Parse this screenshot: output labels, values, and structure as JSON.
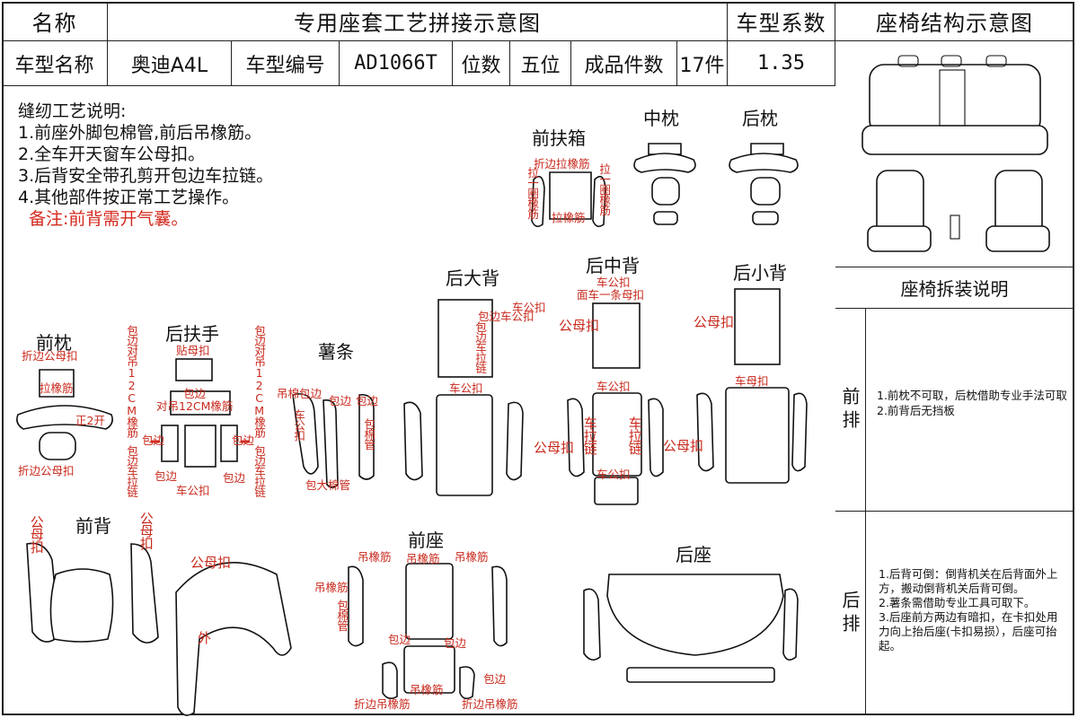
{
  "header": {
    "name_label": "名称",
    "diagram_title": "专用座套工艺拼接示意图",
    "coef_label": "车型系数",
    "structure_title": "座椅结构示意图",
    "model_name_label": "车型名称",
    "model_name": "奥迪A4L",
    "model_code_label": "车型编号",
    "model_code": "AD1066T",
    "seats_label": "位数",
    "seats": "五位",
    "pieces_label": "成品件数",
    "pieces": "17件",
    "coefficient": "1.35"
  },
  "notes": {
    "title": "缝纫工艺说明:",
    "items": [
      "1.前座外脚包棉管,前后吊橡筋。",
      "2.全车开天窗车公母扣。",
      "3.后背安全带孔剪开包边车拉链。",
      "4.其他部件按正常工艺操作。"
    ],
    "remark": "备注:前背需开气囊。"
  },
  "sections": {
    "front_armrest_box": "前扶箱",
    "middle_headrest": "中枕",
    "rear_headrest": "后枕",
    "rear_big_back": "后大背",
    "rear_middle_back": "后中背",
    "rear_small_back": "后小背",
    "front_headrest": "前枕",
    "rear_armrest": "后扶手",
    "bolster": "薯条",
    "front_back": "前背",
    "front_seat": "前座",
    "rear_seat": "后座"
  },
  "annotations": {
    "fold_zip_elastic": "折边拉橡筋",
    "pull_loop_elastic_l": "拉一圈橡筋",
    "pull_loop_elastic_r": "拉一圈橡筋",
    "pull_elastic": "拉橡筋",
    "fold_snap": "折边公母扣",
    "fold_snap_bottom": "折边公母扣",
    "pull_elastic_small": "拉橡筋",
    "open_2": "正2开",
    "stick_snap": "贴母扣",
    "edge_12cm_left": "包边对吊12CM橡筋",
    "edge_12cm_right": "包边对吊12CM橡筋",
    "edge_12cm_mid": "对吊12CM橡筋",
    "edge_mid": "包边",
    "edge_zipper_l": "包边车拉链",
    "edge_zipper_r": "包边车拉链",
    "edge_l": "包边",
    "edge_r": "包边",
    "edge_bl": "包边",
    "edge_br": "包边",
    "car_snap": "车公扣",
    "cotton_edge": "吊棉包边",
    "bolster_car_snap": "车公扣",
    "bolster_edge": "包边",
    "bolster_edge2": "包边",
    "bolster_cotton": "包棉管",
    "bolster_big_cotton": "包大棉管",
    "rb_car_snap": "车公扣",
    "rb_edge_car": "包边车公扣",
    "rb_edge_zip": "包边车拉链",
    "rb_snap": "车公扣",
    "rb_snap2": "公母扣",
    "rm_top": "车公扣",
    "rm_top2": "面车一条母扣",
    "rm_snap_mid": "车公扣",
    "rm_zip_l": "车拉链",
    "rm_zip_r": "车拉链",
    "rm_snap_l": "公母扣",
    "rm_snap_r": "公母扣",
    "rm_snap_b": "车公扣",
    "rs_snap": "公母扣",
    "rs_snap2": "车母扣",
    "fb_snap_l": "公母扣",
    "fb_snap_r": "公母扣",
    "fb_snap_top": "公母扣",
    "fb_outer": "外",
    "fs_elastic1": "吊橡筋",
    "fs_elastic2": "吊橡筋",
    "fs_elastic3": "吊橡筋",
    "fs_elastic4": "吊橡筋",
    "fs_cotton": "包棉管",
    "fs_edge1": "包边",
    "fs_edge2": "包边",
    "fs_edge3": "包边",
    "fs_fold_l": "折边吊橡筋",
    "fs_fold_r": "折边吊橡筋",
    "fs_elastic_b": "吊橡筋"
  },
  "right_panel": {
    "disassembly_title": "座椅拆装说明",
    "front_row_label": "前排",
    "front_row_text": [
      "1.前枕不可取，后枕借助专业手法可取",
      "2.前背后无挡板"
    ],
    "rear_row_label": "后排",
    "rear_row_text": [
      "1.后背可倒：倒背机关在后背面外上方，搬动倒背机关后背可倒。",
      "2.薯条需借助专业工具可取下。",
      "3.后座前方两边有暗扣，在卡扣处用力向上抬后座(卡扣易损），后座可抬起。"
    ]
  },
  "colors": {
    "line": "#111111",
    "annotation_red": "#c8291c",
    "remark_red": "#d42a1e"
  }
}
